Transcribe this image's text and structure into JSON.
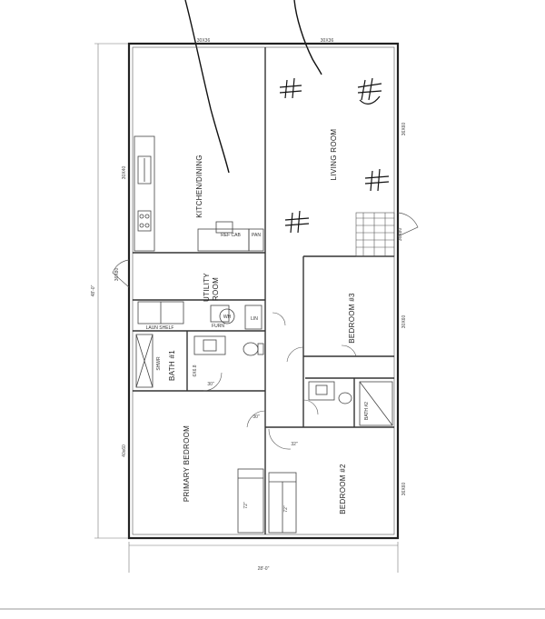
{
  "rooms": {
    "kitchen_dining": "KITCHEN/DINING",
    "living_room": "LIVING ROOM",
    "utility_room_line1": "UTILITY",
    "utility_room_line2": "ROOM",
    "bedroom3": "BEDROOM #3",
    "bath1": "BATH #1",
    "bath2": "BATH #2",
    "primary_bedroom": "PRIMARY BEDROOM",
    "bedroom2": "BEDROOM #2"
  },
  "fixtures": {
    "ref_cab": "REF CAB",
    "pan": "PAN",
    "laun_shelf": "LAUN SHELF",
    "furn": "FURN",
    "wh": "WH",
    "lin": "LIN",
    "shwr": "SHWR"
  },
  "dimensions": {
    "overall_width": "28'-0\"",
    "overall_length": "48'-0\"",
    "top_window_1": "30X36",
    "top_window_2": "30X36",
    "right_window_1": "36X60",
    "right_window_2": "30X60",
    "right_window_3": "36X60",
    "left_window_1": "30X40",
    "left_window_2": "40x60",
    "door_1": "36X80",
    "door_2": "36X80",
    "sliding_patio": "6X6.8",
    "door_30_a": "30\"",
    "door_30_b": "30\"",
    "door_32": "32\"",
    "closet_72a": "72\"",
    "closet_72b": "72\""
  }
}
